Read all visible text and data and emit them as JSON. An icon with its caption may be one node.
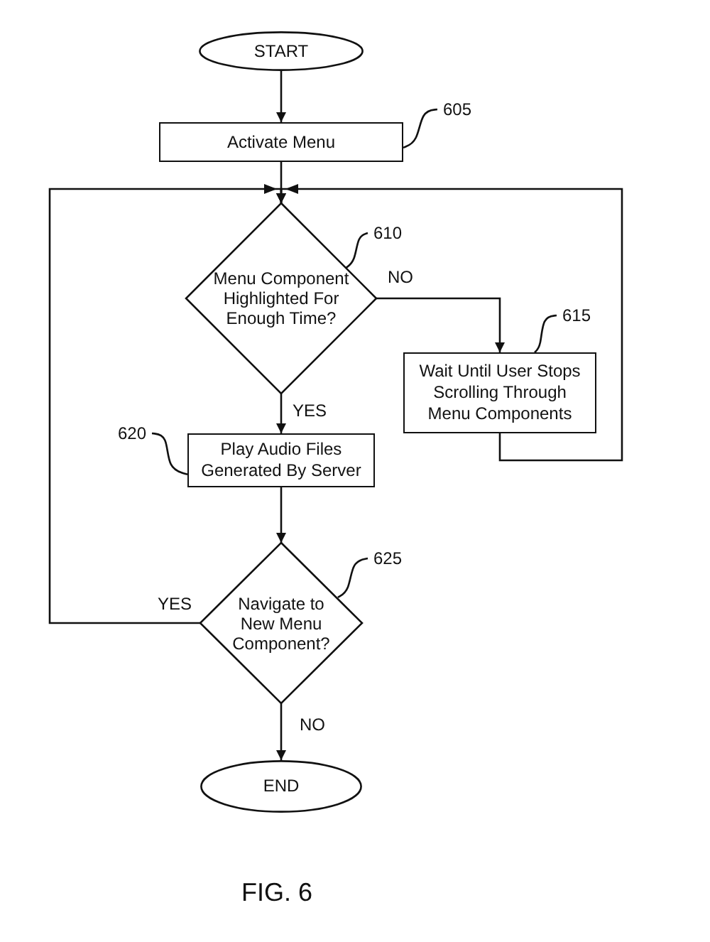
{
  "diagram": {
    "nodes": [
      {
        "text": [
          "START"
        ]
      },
      {
        "text": [
          "Activate Menu"
        ]
      },
      {
        "text": [
          "Menu Component Highlighted For Enough Time?"
        ]
      },
      {
        "text": [
          "Wait Until User Stops Scrolling Through Menu Components"
        ]
      },
      {
        "text": [
          "Play Audio Files Generated By Server"
        ]
      },
      {
        "text": [
          "Navigate to New Menu Component?"
        ]
      },
      {
        "text": [
          "END"
        ]
      },
      {
        "text": [
          "605"
        ]
      },
      {
        "text": [
          "610"
        ]
      },
      {
        "text": [
          "615"
        ]
      },
      {
        "text": [
          "620"
        ]
      },
      {
        "text": [
          "625"
        ]
      }
    ],
    "edges": [
      {
        "from": 0,
        "to": 1,
        "arrow": "to"
      },
      {
        "from": 1,
        "to": 2,
        "arrow": "to"
      },
      {
        "from": 2,
        "to": 3,
        "arrow": "to",
        "label": "NO"
      },
      {
        "from": 3,
        "to": 2,
        "arrow": "to"
      },
      {
        "from": 2,
        "to": 4,
        "arrow": "to",
        "label": "YES"
      },
      {
        "from": 4,
        "to": 5,
        "arrow": "to"
      },
      {
        "from": 5,
        "to": 2,
        "arrow": "to",
        "label": "YES"
      },
      {
        "from": 5,
        "to": 6,
        "arrow": "to",
        "label": "NO"
      },
      {
        "from": 7,
        "to": 1,
        "arrow": "none"
      },
      {
        "from": 8,
        "to": 2,
        "arrow": "none"
      },
      {
        "from": 9,
        "to": 3,
        "arrow": "none"
      },
      {
        "from": 10,
        "to": 4,
        "arrow": "none"
      },
      {
        "from": 11,
        "to": 5,
        "arrow": "none"
      }
    ],
    "labels": [
      "FIG. 6"
    ]
  }
}
